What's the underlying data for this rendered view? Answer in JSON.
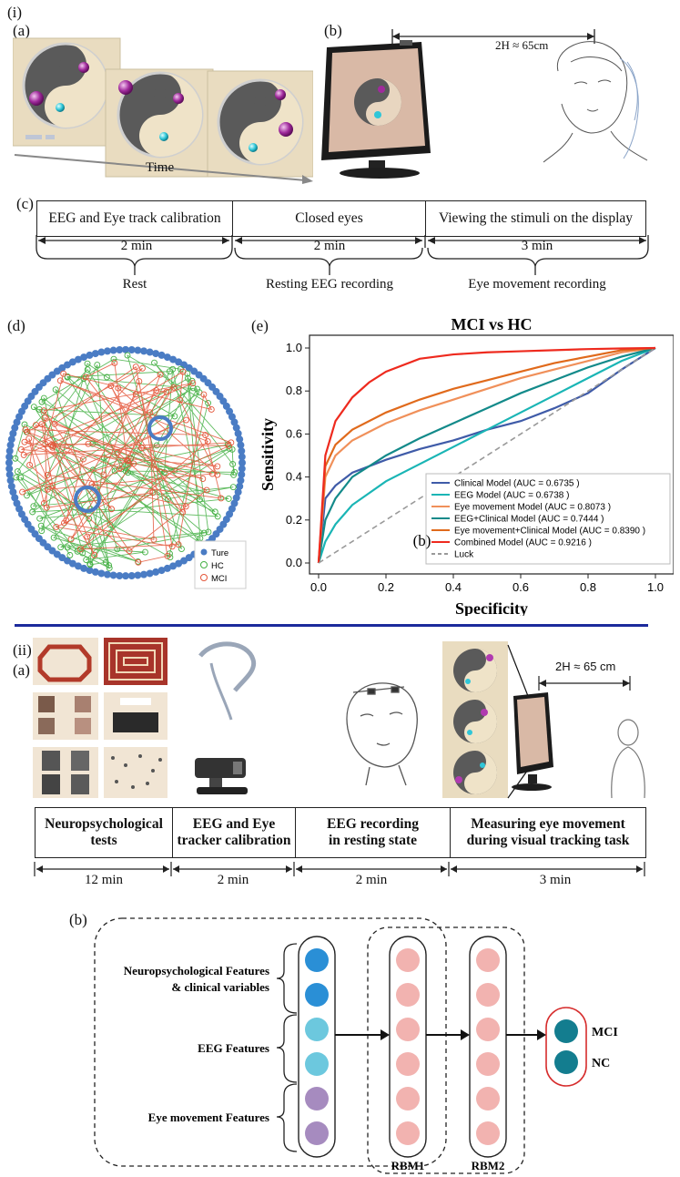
{
  "part1": {
    "label": "(i)",
    "a": {
      "label": "(a)",
      "time_label": "Time"
    },
    "b": {
      "label": "(b)",
      "distance_label": "2H ≈ 65cm"
    },
    "c": {
      "label": "(c)",
      "phases": [
        {
          "title": "EEG and Eye track calibration",
          "duration": "2  min",
          "note": "Rest"
        },
        {
          "title": "Closed eyes",
          "duration": "2  min",
          "note": "Resting EEG recording"
        },
        {
          "title": "Viewing the stimuli on the display",
          "duration": "3  min",
          "note": "Eye movement recording"
        }
      ]
    },
    "d": {
      "label": "(d)",
      "legend": [
        "Ture",
        "HC",
        "MCI"
      ]
    },
    "e": {
      "label": "(e)",
      "inner_label": "(b)"
    }
  },
  "chart_data": {
    "type": "line",
    "title": "MCI vs HC",
    "xlabel": "Specificity",
    "ylabel": "Sensitivity",
    "xlim": [
      0.0,
      1.0
    ],
    "ylim": [
      0.0,
      1.0
    ],
    "xticks": [
      "0.0",
      "0.2",
      "0.4",
      "0.6",
      "0.8",
      "1.0"
    ],
    "yticks": [
      "0.0",
      "0.2",
      "0.4",
      "0.6",
      "0.8",
      "1.0"
    ],
    "grid": false,
    "legend_position": "lower-right",
    "series": [
      {
        "name": "Clinical Model   (AUC = 0.6735 )",
        "color": "#3f5ba8",
        "x": [
          0,
          0.02,
          0.05,
          0.1,
          0.2,
          0.3,
          0.4,
          0.5,
          0.6,
          0.7,
          0.8,
          0.9,
          1.0
        ],
        "y": [
          0,
          0.3,
          0.36,
          0.42,
          0.48,
          0.53,
          0.57,
          0.62,
          0.66,
          0.72,
          0.79,
          0.9,
          1.0
        ]
      },
      {
        "name": "EEG Model (AUC = 0.6738 )",
        "color": "#1ab5b5",
        "x": [
          0,
          0.02,
          0.05,
          0.1,
          0.2,
          0.3,
          0.4,
          0.5,
          0.6,
          0.7,
          0.8,
          0.9,
          1.0
        ],
        "y": [
          0,
          0.1,
          0.18,
          0.27,
          0.38,
          0.46,
          0.54,
          0.62,
          0.7,
          0.78,
          0.86,
          0.94,
          1.0
        ]
      },
      {
        "name": "Eye movement Model (AUC = 0.8073 )",
        "color": "#f0905a",
        "x": [
          0,
          0.02,
          0.05,
          0.1,
          0.2,
          0.3,
          0.4,
          0.5,
          0.6,
          0.7,
          0.8,
          0.9,
          1.0
        ],
        "y": [
          0,
          0.4,
          0.5,
          0.57,
          0.65,
          0.71,
          0.76,
          0.81,
          0.86,
          0.9,
          0.94,
          0.98,
          1.0
        ]
      },
      {
        "name": "EEG+Clinical Model (AUC = 0.7444 )",
        "color": "#138a8a",
        "x": [
          0,
          0.02,
          0.05,
          0.1,
          0.2,
          0.3,
          0.4,
          0.5,
          0.6,
          0.7,
          0.8,
          0.9,
          1.0
        ],
        "y": [
          0,
          0.2,
          0.3,
          0.4,
          0.5,
          0.58,
          0.65,
          0.72,
          0.79,
          0.85,
          0.91,
          0.96,
          1.0
        ]
      },
      {
        "name": "Eye movement+Clinical Model (AUC = 0.8390 )",
        "color": "#e06a1c",
        "x": [
          0,
          0.02,
          0.05,
          0.1,
          0.2,
          0.3,
          0.4,
          0.5,
          0.6,
          0.7,
          0.8,
          0.9,
          1.0
        ],
        "y": [
          0,
          0.45,
          0.55,
          0.62,
          0.7,
          0.76,
          0.81,
          0.85,
          0.89,
          0.93,
          0.96,
          0.99,
          1.0
        ]
      },
      {
        "name": "Combined Model (AUC = 0.9216 )",
        "color": "#ee2a1e",
        "x": [
          0,
          0.02,
          0.05,
          0.1,
          0.15,
          0.2,
          0.3,
          0.4,
          0.5,
          0.6,
          0.7,
          0.8,
          0.9,
          1.0
        ],
        "y": [
          0,
          0.5,
          0.66,
          0.77,
          0.84,
          0.89,
          0.95,
          0.97,
          0.98,
          0.985,
          0.99,
          0.995,
          0.998,
          1.0
        ]
      },
      {
        "name": "Luck",
        "color": "#999999",
        "dashed": true,
        "x": [
          0,
          1.0
        ],
        "y": [
          0,
          1.0
        ]
      }
    ]
  },
  "part2": {
    "label": "(ii)",
    "a": {
      "label": "(a)",
      "distance_label": "2H ≈ 65 cm",
      "phases": [
        {
          "title_line1": "Neuropsychological",
          "title_line2": "tests",
          "duration": "12 min"
        },
        {
          "title_line1": "EEG and Eye",
          "title_line2": "tracker calibration",
          "duration": "2 min"
        },
        {
          "title_line1": "EEG recording",
          "title_line2": "in resting state",
          "duration": "2 min"
        },
        {
          "title_line1": "Measuring eye movement",
          "title_line2": "during visual tracking task",
          "duration": "3 min"
        }
      ]
    },
    "b": {
      "label": "(b)",
      "feature_groups": [
        {
          "line1": "Neuropsychological Features",
          "line2": "& clinical variables"
        },
        {
          "line1": "EEG Features",
          "line2": ""
        },
        {
          "line1": "Eye movement Features",
          "line2": ""
        }
      ],
      "layers": [
        "RBM1",
        "RBM2"
      ],
      "outputs": [
        "MCI",
        "NC"
      ],
      "colors": {
        "neuro_node": "#2a8fd6",
        "eeg_node": "#6cc8de",
        "eye_node": "#a68bbf",
        "hidden_node": "#f2b3b0",
        "output_node": "#137d8f",
        "output_border": "#d62c2c"
      }
    }
  }
}
